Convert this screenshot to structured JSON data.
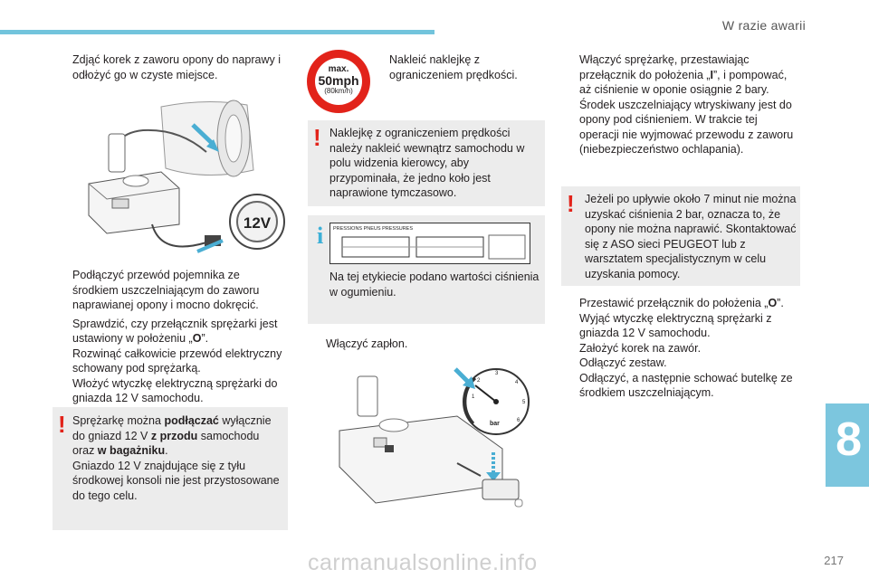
{
  "header": {
    "section": "W razie awarii"
  },
  "page": {
    "number": "217",
    "chapter": "8"
  },
  "watermark": "carmanualsonline.info",
  "col1": {
    "step1": {
      "marker": "",
      "text": "Zdjąć korek z zaworu opony do naprawy i odłożyć go w czyste miejsce."
    },
    "image1": {
      "socket_label": "12V"
    },
    "steps": [
      {
        "marker": "",
        "text": "Podłączyć przewód pojemnika ze środkiem uszczelniającym do zaworu naprawianej opony i mocno dokręcić."
      },
      {
        "marker": "",
        "text_before": "Sprawdzić, czy przełącznik sprężarki jest ustawiony w położeniu „",
        "bold": "O",
        "text_after": "”."
      },
      {
        "marker": "",
        "text": "Rozwinąć całkowicie przewód elektryczny schowany pod sprężarką."
      },
      {
        "marker": "",
        "text": "Włożyć wtyczkę elektryczną sprężarki do gniazda 12 V samochodu."
      }
    ],
    "warning": {
      "icon": "!",
      "p1": "Sprężarkę można ",
      "p1_bold": "podłączać",
      "p2": " wyłącznie do gniazd 12 V ",
      "p2_bold": "z przodu",
      "p3": " samochodu oraz ",
      "p3_bold": "w bagażniku",
      "p4": ".",
      "p5": "Gniazdo 12 V znajdujące się z tyłu środkowej konsoli nie jest przystosowane do tego celu."
    }
  },
  "col2": {
    "badge": {
      "line1": "max.",
      "line2": "50mph",
      "line3": "(80km/h)"
    },
    "step1": {
      "marker": "",
      "text": "Nakleić naklejkę z ograniczeniem prędkości."
    },
    "warning": {
      "icon": "!",
      "text": "Naklejkę z ograniczeniem prędkości należy nakleić wewnątrz samochodu w polu widzenia kierowcy, aby przypominała, że jedno koło jest naprawione tymczasowo."
    },
    "info": {
      "icon": "i",
      "label_title": "PRESSIONS PNEUS PRESSURES",
      "text": "Na tej etykiecie podano wartości ciśnienia w ogumieniu."
    },
    "step2": {
      "marker": "",
      "text": "Włączyć zapłon."
    },
    "gauge": {
      "unit": "bar",
      "ticks": [
        "1",
        "2",
        "3",
        "4",
        "5",
        "6"
      ]
    }
  },
  "col3": {
    "step1": {
      "marker": "",
      "text_before": "Włączyć sprężarkę, przestawiając przełącznik do położenia „",
      "bold": "I",
      "text_after": "”, i pompować, aż ciśnienie w oponie osiągnie 2 bary. Środek uszczelniający wtryskiwany jest do opony pod ciśnieniem. W trakcie tej operacji nie wyjmować przewodu z zaworu (niebezpieczeństwo ochlapania)."
    },
    "warning": {
      "icon": "!",
      "text": "Jeżeli po upływie około 7 minut nie można uzyskać ciśnienia 2 bar, oznacza to, że opony nie można naprawić. Skontaktować się z ASO sieci PEUGEOT lub z warsztatem specjalistycznym w celu uzyskania pomocy."
    },
    "steps": [
      {
        "marker": "",
        "text_before": "Przestawić przełącznik do położenia „",
        "bold": "O",
        "text_after": "”."
      },
      {
        "marker": "",
        "text": "Wyjąć wtyczkę elektryczną sprężarki z gniazda 12 V samochodu."
      },
      {
        "marker": "",
        "text": "Założyć korek na zawór."
      },
      {
        "marker": "",
        "text": "Odłączyć zestaw."
      },
      {
        "marker": "",
        "text": "Odłączyć, a następnie schować butelkę ze środkiem uszczelniającym."
      }
    ]
  },
  "colors": {
    "accent": "#72c4dc",
    "warning": "#e2231a",
    "info": "#3db0d7",
    "box": "#ececec",
    "arrow": "#4aaed3"
  }
}
